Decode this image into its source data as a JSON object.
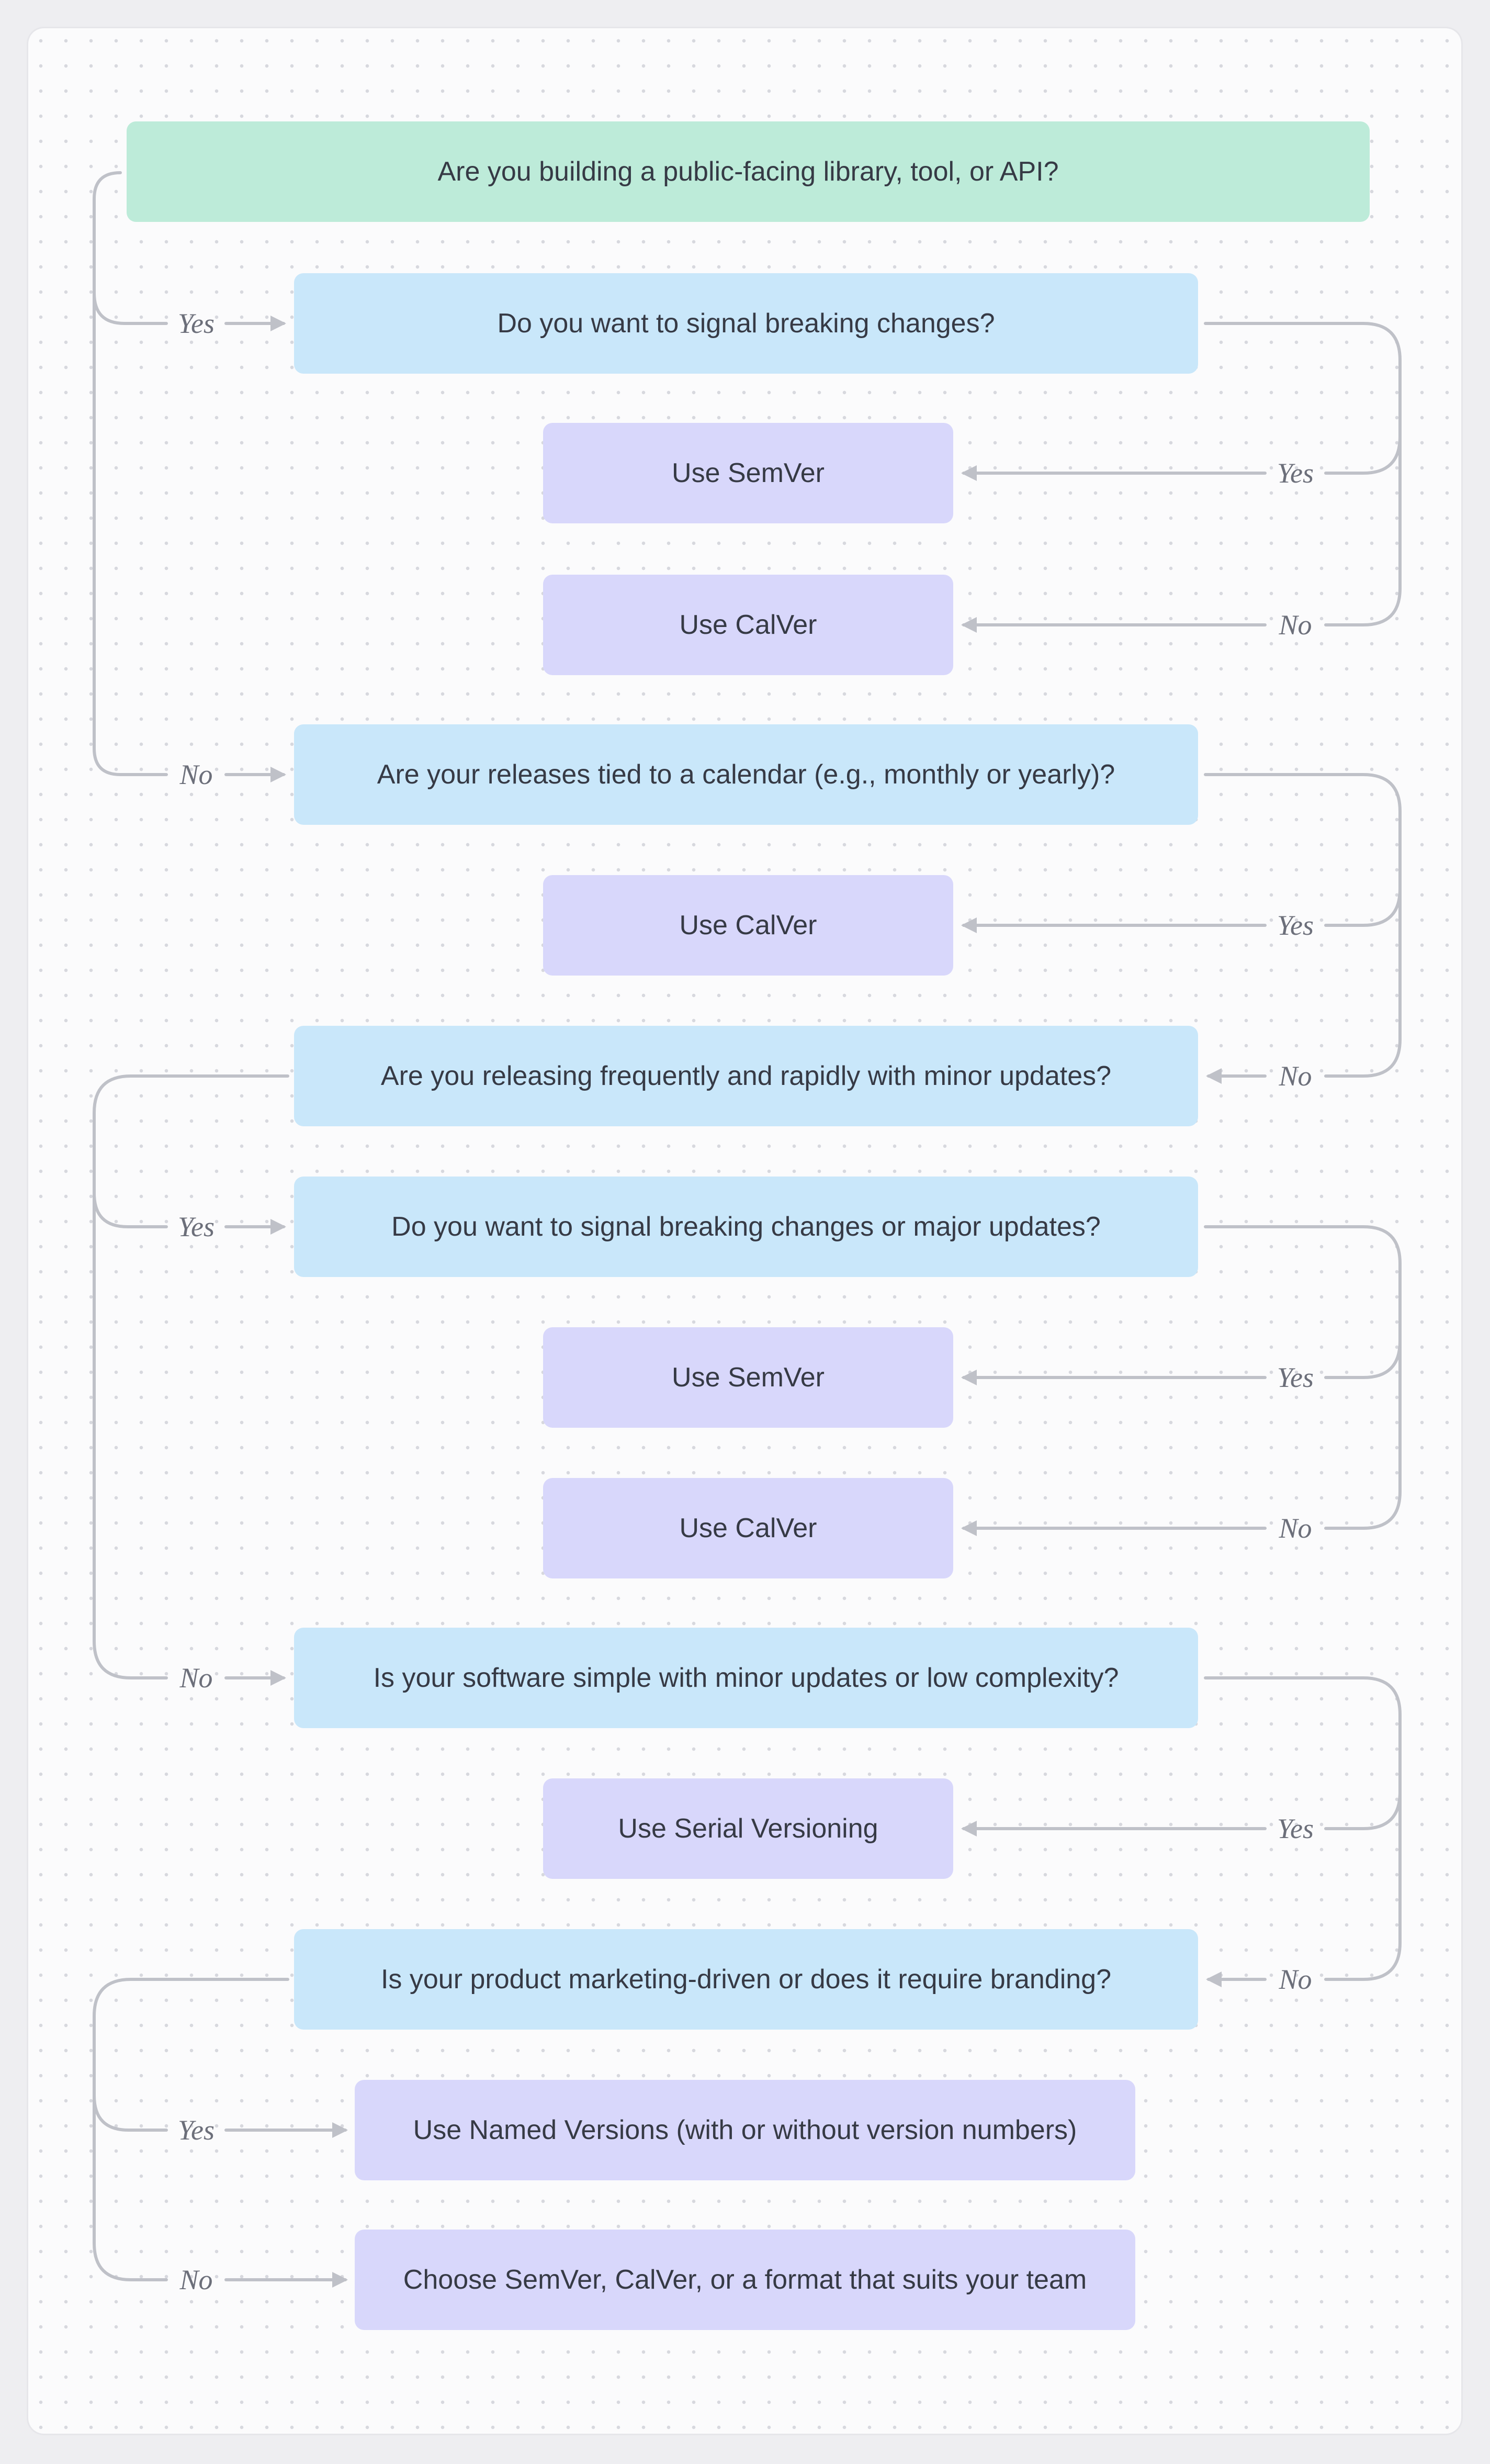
{
  "flowchart": {
    "nodes": {
      "start": "Are you building a public-facing library, tool, or API?",
      "q_breaking": "Do you want to signal breaking changes?",
      "a_semver_1": "Use SemVer",
      "a_calver_1": "Use CalVer",
      "q_calendar": "Are your releases tied to a calendar (e.g., monthly or yearly)?",
      "a_calver_2": "Use CalVer",
      "q_frequent": "Are you releasing frequently and rapidly with minor updates?",
      "q_breaking_major": "Do you want to signal breaking changes or major updates?",
      "a_semver_2": "Use SemVer",
      "a_calver_3": "Use CalVer",
      "q_simple": "Is your software simple with minor updates or low complexity?",
      "a_serial": "Use Serial Versioning",
      "q_marketing": "Is your product marketing-driven or does it require branding?",
      "a_named": "Use Named Versions (with or without version numbers)",
      "a_choose": "Choose SemVer, CalVer, or a format that suits your team"
    },
    "edge_labels": {
      "yes": "Yes",
      "no": "No"
    },
    "colors": {
      "start": "#bdebd9",
      "question": "#c9e7fa",
      "answer": "#d8d7fb",
      "connector": "#bfc1c8",
      "text": "#363a45",
      "edge_label": "#6c6f7a"
    }
  }
}
